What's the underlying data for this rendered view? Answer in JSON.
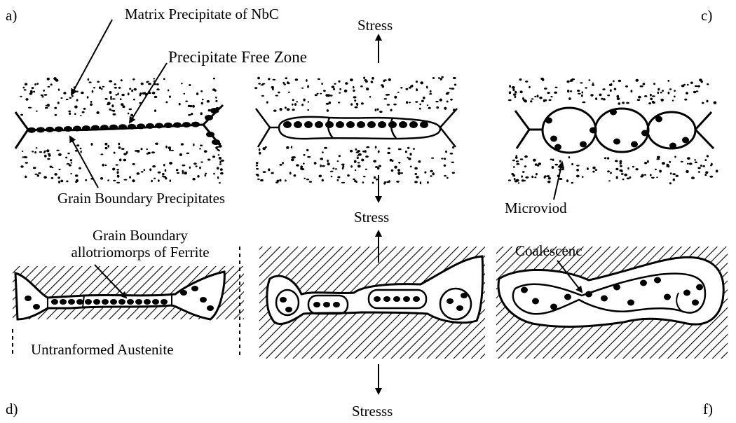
{
  "panel_labels": {
    "a": "a)",
    "c": "c)",
    "d": "d)",
    "f": "f)"
  },
  "labels": {
    "matrix_precipitate": "Matrix Precipitate of NbC",
    "precipitate_free_zone": "Precipitate Free Zone",
    "grain_boundary_precipitates": "Grain Boundary Precipitates",
    "allotriomorphs_line1": "Grain Boundary",
    "allotriomorphs_line2": "allotriomorps of Ferrite",
    "untransformed_austenite": "Untranformed Austenite",
    "microvoid": "Microviod",
    "coalescence": "Coalescenc",
    "stress_top": "Stress",
    "stress_middle": "Stress",
    "stress_bottom": "Stresss"
  },
  "colors": {
    "ink": "#000000",
    "paper": "#ffffff"
  }
}
